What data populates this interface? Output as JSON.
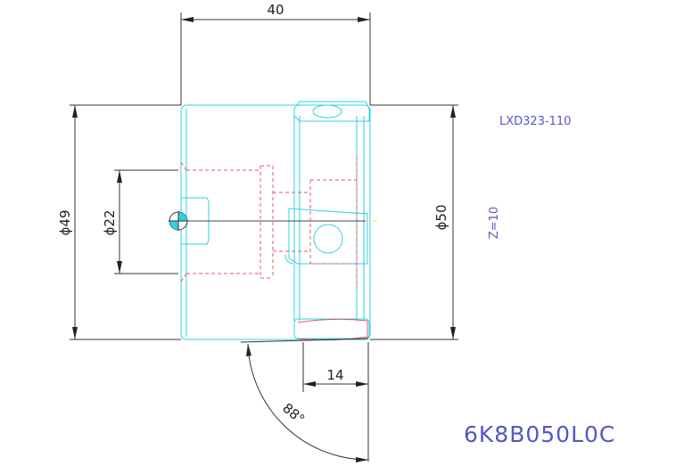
{
  "drawing": {
    "dimensions": {
      "length": "40",
      "outer_diameter": "ϕ49",
      "bore_diameter": "ϕ22",
      "cutting_diameter": "ϕ50",
      "width": "14",
      "angle": "88°"
    },
    "notes": {
      "model": "LXD323-110",
      "teeth": "Z=10",
      "part_number": "6K8B050L0C"
    },
    "colors": {
      "outline": "#2fd0e0",
      "hidden_lines": "#e05a6a",
      "dimension_lines": "#333333",
      "annotation": "#5555cc"
    }
  }
}
